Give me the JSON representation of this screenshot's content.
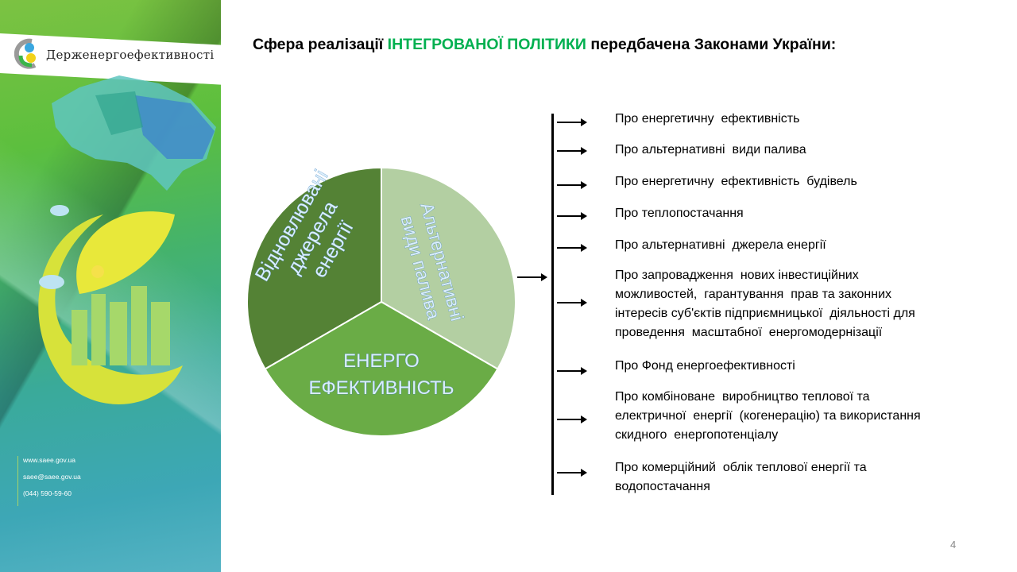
{
  "sidebar": {
    "logo_text": "Держенергоефективності",
    "contacts": [
      "www.saee.gov.ua",
      "saee@saee.gov.ua",
      "(044) 590-59-60"
    ]
  },
  "title": {
    "prefix": "Сфера реалізації ",
    "highlight": "ІНТЕГРОВАНОЇ ПОЛІТИКИ",
    "suffix": " передбачена Законами України:",
    "highlight_color": "#00b050"
  },
  "diagram": {
    "segments": [
      {
        "lines": [
          "Відновлювані",
          "джерела",
          "енергії"
        ],
        "color": "#548235"
      },
      {
        "lines": [
          "Альтернативні",
          "види палива"
        ],
        "color": "#b3cfa2"
      },
      {
        "lines": [
          "ЕНЕРГО",
          "ЕФЕКТИВНІСТЬ"
        ],
        "color": "#6aac46"
      }
    ]
  },
  "laws": [
    [
      "Про енергетичну  ефективність"
    ],
    [
      "Про альтернативні  види палива"
    ],
    [
      "Про енергетичну  ефективність  будівель"
    ],
    [
      "Про теплопостачання"
    ],
    [
      "Про альтернативні  джерела енергії"
    ],
    [
      "Про запровадження  нових інвестиційних",
      "можливостей,  гарантування  прав та законних",
      "інтересів суб'єктів підприємницької  діяльності для",
      "проведення  масштабної  енергомодернізації"
    ],
    [
      "Про Фонд енергоефективності"
    ],
    [
      "Про комбіноване  виробництво теплової та",
      "електричної  енергії  (когенерацію) та використання",
      "скидного  енергопотенціалу"
    ],
    [
      "Про комерційний  облік теплової енергії та",
      "водопостачання"
    ]
  ],
  "page_number": "4"
}
